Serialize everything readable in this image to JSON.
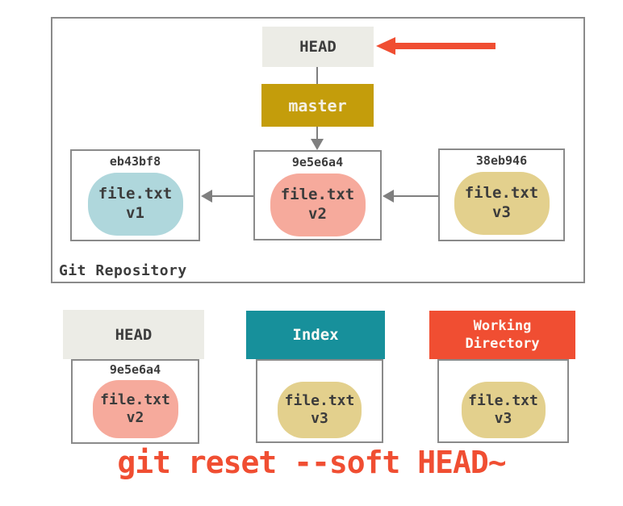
{
  "diagram": {
    "repository": {
      "label": "Git Repository",
      "head": {
        "label": "HEAD"
      },
      "branch": {
        "label": "master"
      },
      "commits": [
        {
          "hash": "eb43bf8",
          "file": "file.txt",
          "version": "v1"
        },
        {
          "hash": "9e5e6a4",
          "file": "file.txt",
          "version": "v2"
        },
        {
          "hash": "38eb946",
          "file": "file.txt",
          "version": "v3"
        }
      ]
    },
    "areas": [
      {
        "title": "HEAD",
        "hash": "9e5e6a4",
        "file": "file.txt",
        "version": "v2"
      },
      {
        "title": "Index",
        "file": "file.txt",
        "version": "v3"
      },
      {
        "title": "Working Directory",
        "file": "file.txt",
        "version": "v3"
      }
    ],
    "caption": "git reset --soft HEAD~"
  },
  "colors": {
    "head_box_bg": "#ECECE6",
    "master_bg": "#C49D0B",
    "index_bg": "#17909B",
    "workdir_bg": "#F04E32",
    "blob_v1": "#AFD7DC",
    "blob_v2": "#F6AA9C",
    "blob_v3": "#E3D08D",
    "arrow_red": "#F04E32",
    "arrow_gray": "#7F7F7F",
    "caption_color": "#F04E32"
  }
}
